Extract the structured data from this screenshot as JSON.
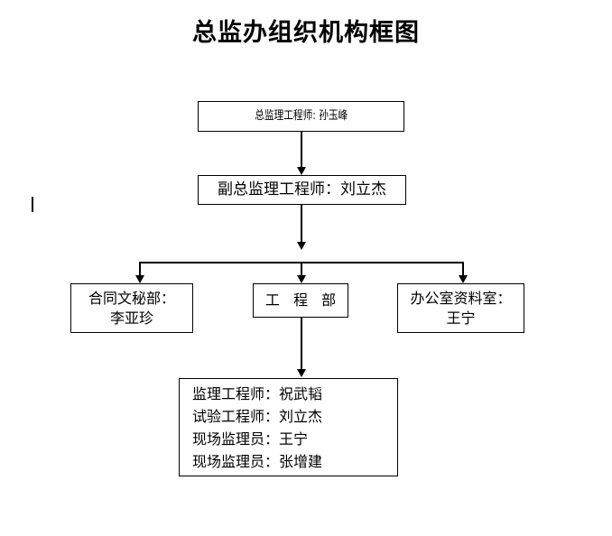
{
  "page": {
    "title": "总监办组织机构框图",
    "background_color": "#ffffff",
    "line_color": "#000000",
    "text_color": "#000000"
  },
  "chart_data": {
    "type": "diagram",
    "diagram_type": "organization-chart",
    "title": "总监办组织机构框图",
    "orientation": "top-down",
    "nodes": [
      {
        "id": "director",
        "level": 1,
        "lines": [
          "总监理工程师: 孙玉峰"
        ],
        "role": "总监理工程师",
        "person": "孙玉峰"
      },
      {
        "id": "deputy",
        "level": 2,
        "lines": [
          "副总监理工程师：刘立杰"
        ],
        "role": "副总监理工程师",
        "person": "刘立杰"
      },
      {
        "id": "contract",
        "level": 3,
        "lines": [
          "合同文秘部：",
          "李亚珍"
        ],
        "role": "合同文秘部",
        "person": "李亚珍"
      },
      {
        "id": "engineering",
        "level": 3,
        "lines": [
          "工 程 部"
        ],
        "role": "工程部",
        "person": ""
      },
      {
        "id": "office",
        "level": 3,
        "lines": [
          "办公室资料室：",
          "王宁"
        ],
        "role": "办公室资料室",
        "person": "王宁"
      },
      {
        "id": "staff",
        "level": 4,
        "lines": [
          "监理工程师：祝武韬",
          "试验工程师：刘立杰",
          "现场监理员：王宁",
          "现场监理员：张增建"
        ],
        "members": [
          {
            "role": "监理工程师",
            "person": "祝武韬"
          },
          {
            "role": "试验工程师",
            "person": "刘立杰"
          },
          {
            "role": "现场监理员",
            "person": "王宁"
          },
          {
            "role": "现场监理员",
            "person": "张增建"
          }
        ]
      }
    ],
    "edges": [
      {
        "from": "director",
        "to": "deputy",
        "style": "arrow"
      },
      {
        "from": "deputy",
        "to": "contract",
        "style": "arrow"
      },
      {
        "from": "deputy",
        "to": "engineering",
        "style": "arrow"
      },
      {
        "from": "deputy",
        "to": "office",
        "style": "arrow"
      },
      {
        "from": "engineering",
        "to": "staff",
        "style": "arrow"
      }
    ]
  },
  "nodes": {
    "director": {
      "line1": "总监理工程师: 孙玉峰"
    },
    "deputy": {
      "line1": "副总监理工程师：刘立杰"
    },
    "contract": {
      "line1": "合同文秘部：",
      "line2": "李亚珍"
    },
    "engineering": {
      "line1": "工 程 部"
    },
    "office": {
      "line1": "办公室资料室：",
      "line2": "王宁"
    },
    "staff": {
      "line1": "监理工程师：祝武韬",
      "line2": "试验工程师：刘立杰",
      "line3": "现场监理员：王宁",
      "line4": "现场监理员：张增建"
    }
  }
}
